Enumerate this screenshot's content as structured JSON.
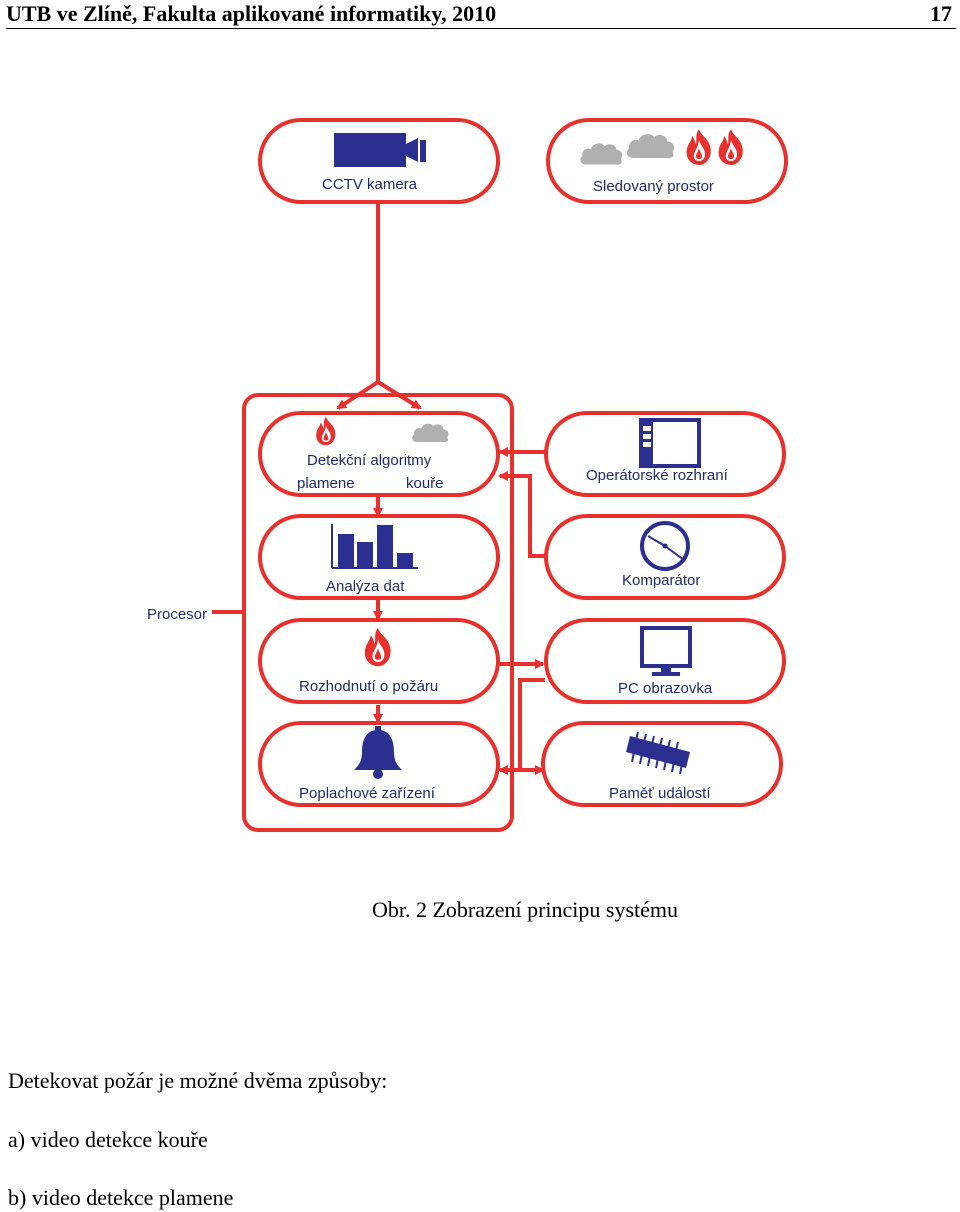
{
  "header": {
    "title": "UTB ve Zlíně, Fakulta aplikované informatiky, 2010",
    "page_number": "17"
  },
  "diagram": {
    "nodes": {
      "cctv": "CCTV kamera",
      "monitored_space": "Sledovaný prostor",
      "detection_line1": "Detekční algoritmy",
      "detection_flame": "plamene",
      "detection_smoke": "kouře",
      "analysis": "Analýza dat",
      "fire_decision": "Rozhodnutí o požáru",
      "alarm": "Poplachové zařízení",
      "operator_ui": "Operátorské rozhraní",
      "comparator": "Komparátor",
      "pc_screen": "PC obrazovka",
      "event_memory": "Paměť událostí"
    },
    "processor_label": "Procesor",
    "colors": {
      "connector": "#e8302c",
      "icon": "#2b2f8f",
      "flame": "#e8302c",
      "cloud": "#b0b0b0"
    }
  },
  "caption": "Obr. 2 Zobrazení principu systému",
  "body": {
    "line1": "Detekovat požár je možné dvěma způsoby:",
    "item_a": "a) video detekce kouře",
    "item_b": "b) video detekce plamene"
  }
}
